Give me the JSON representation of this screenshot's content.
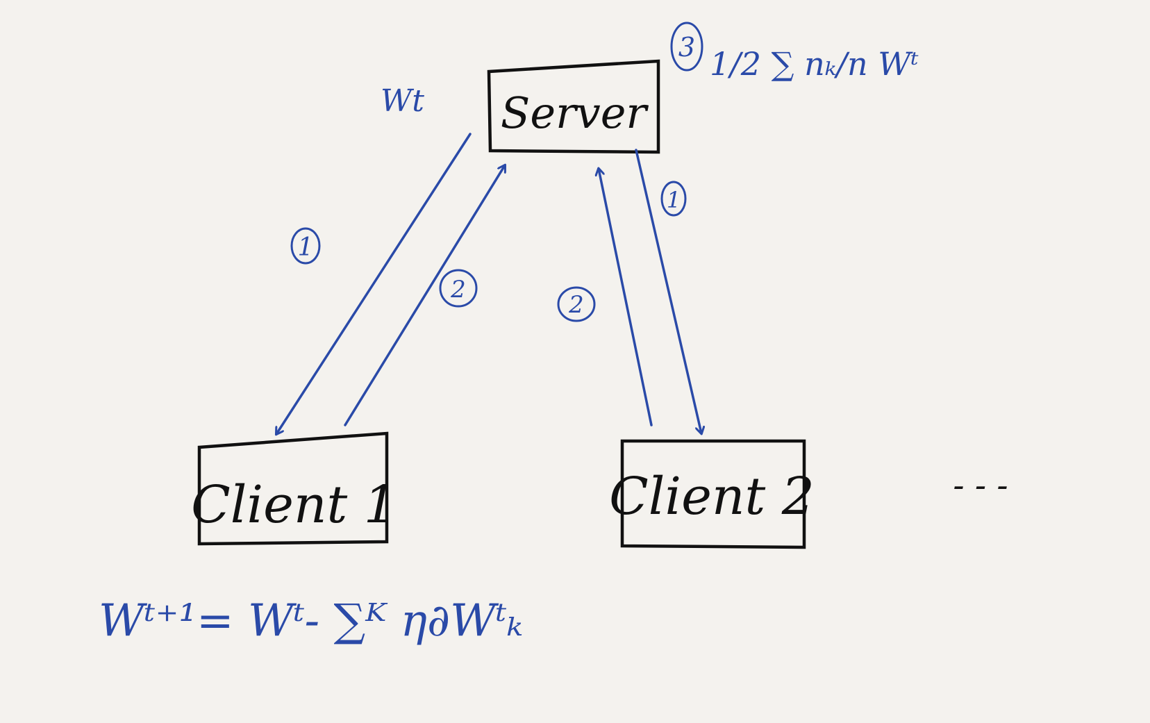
{
  "server": {
    "label": "Server"
  },
  "clients": [
    {
      "label": "Client 1"
    },
    {
      "label": "Client 2"
    }
  ],
  "more_clients": "- - -",
  "server_weight_label": "Wt",
  "steps": {
    "send": "1",
    "upload": "2",
    "aggregate": "3"
  },
  "aggregation_formula": "1/2 ∑ nₖ/n Wᵗ",
  "client_update_formula": "Wᵗ⁺¹= Wᵗ- ∑ᴷ η∂Wᵗₖ",
  "colors": {
    "ink_blue": "#2a4aa8",
    "ink_black": "#111111",
    "paper": "#f4f2ee"
  }
}
